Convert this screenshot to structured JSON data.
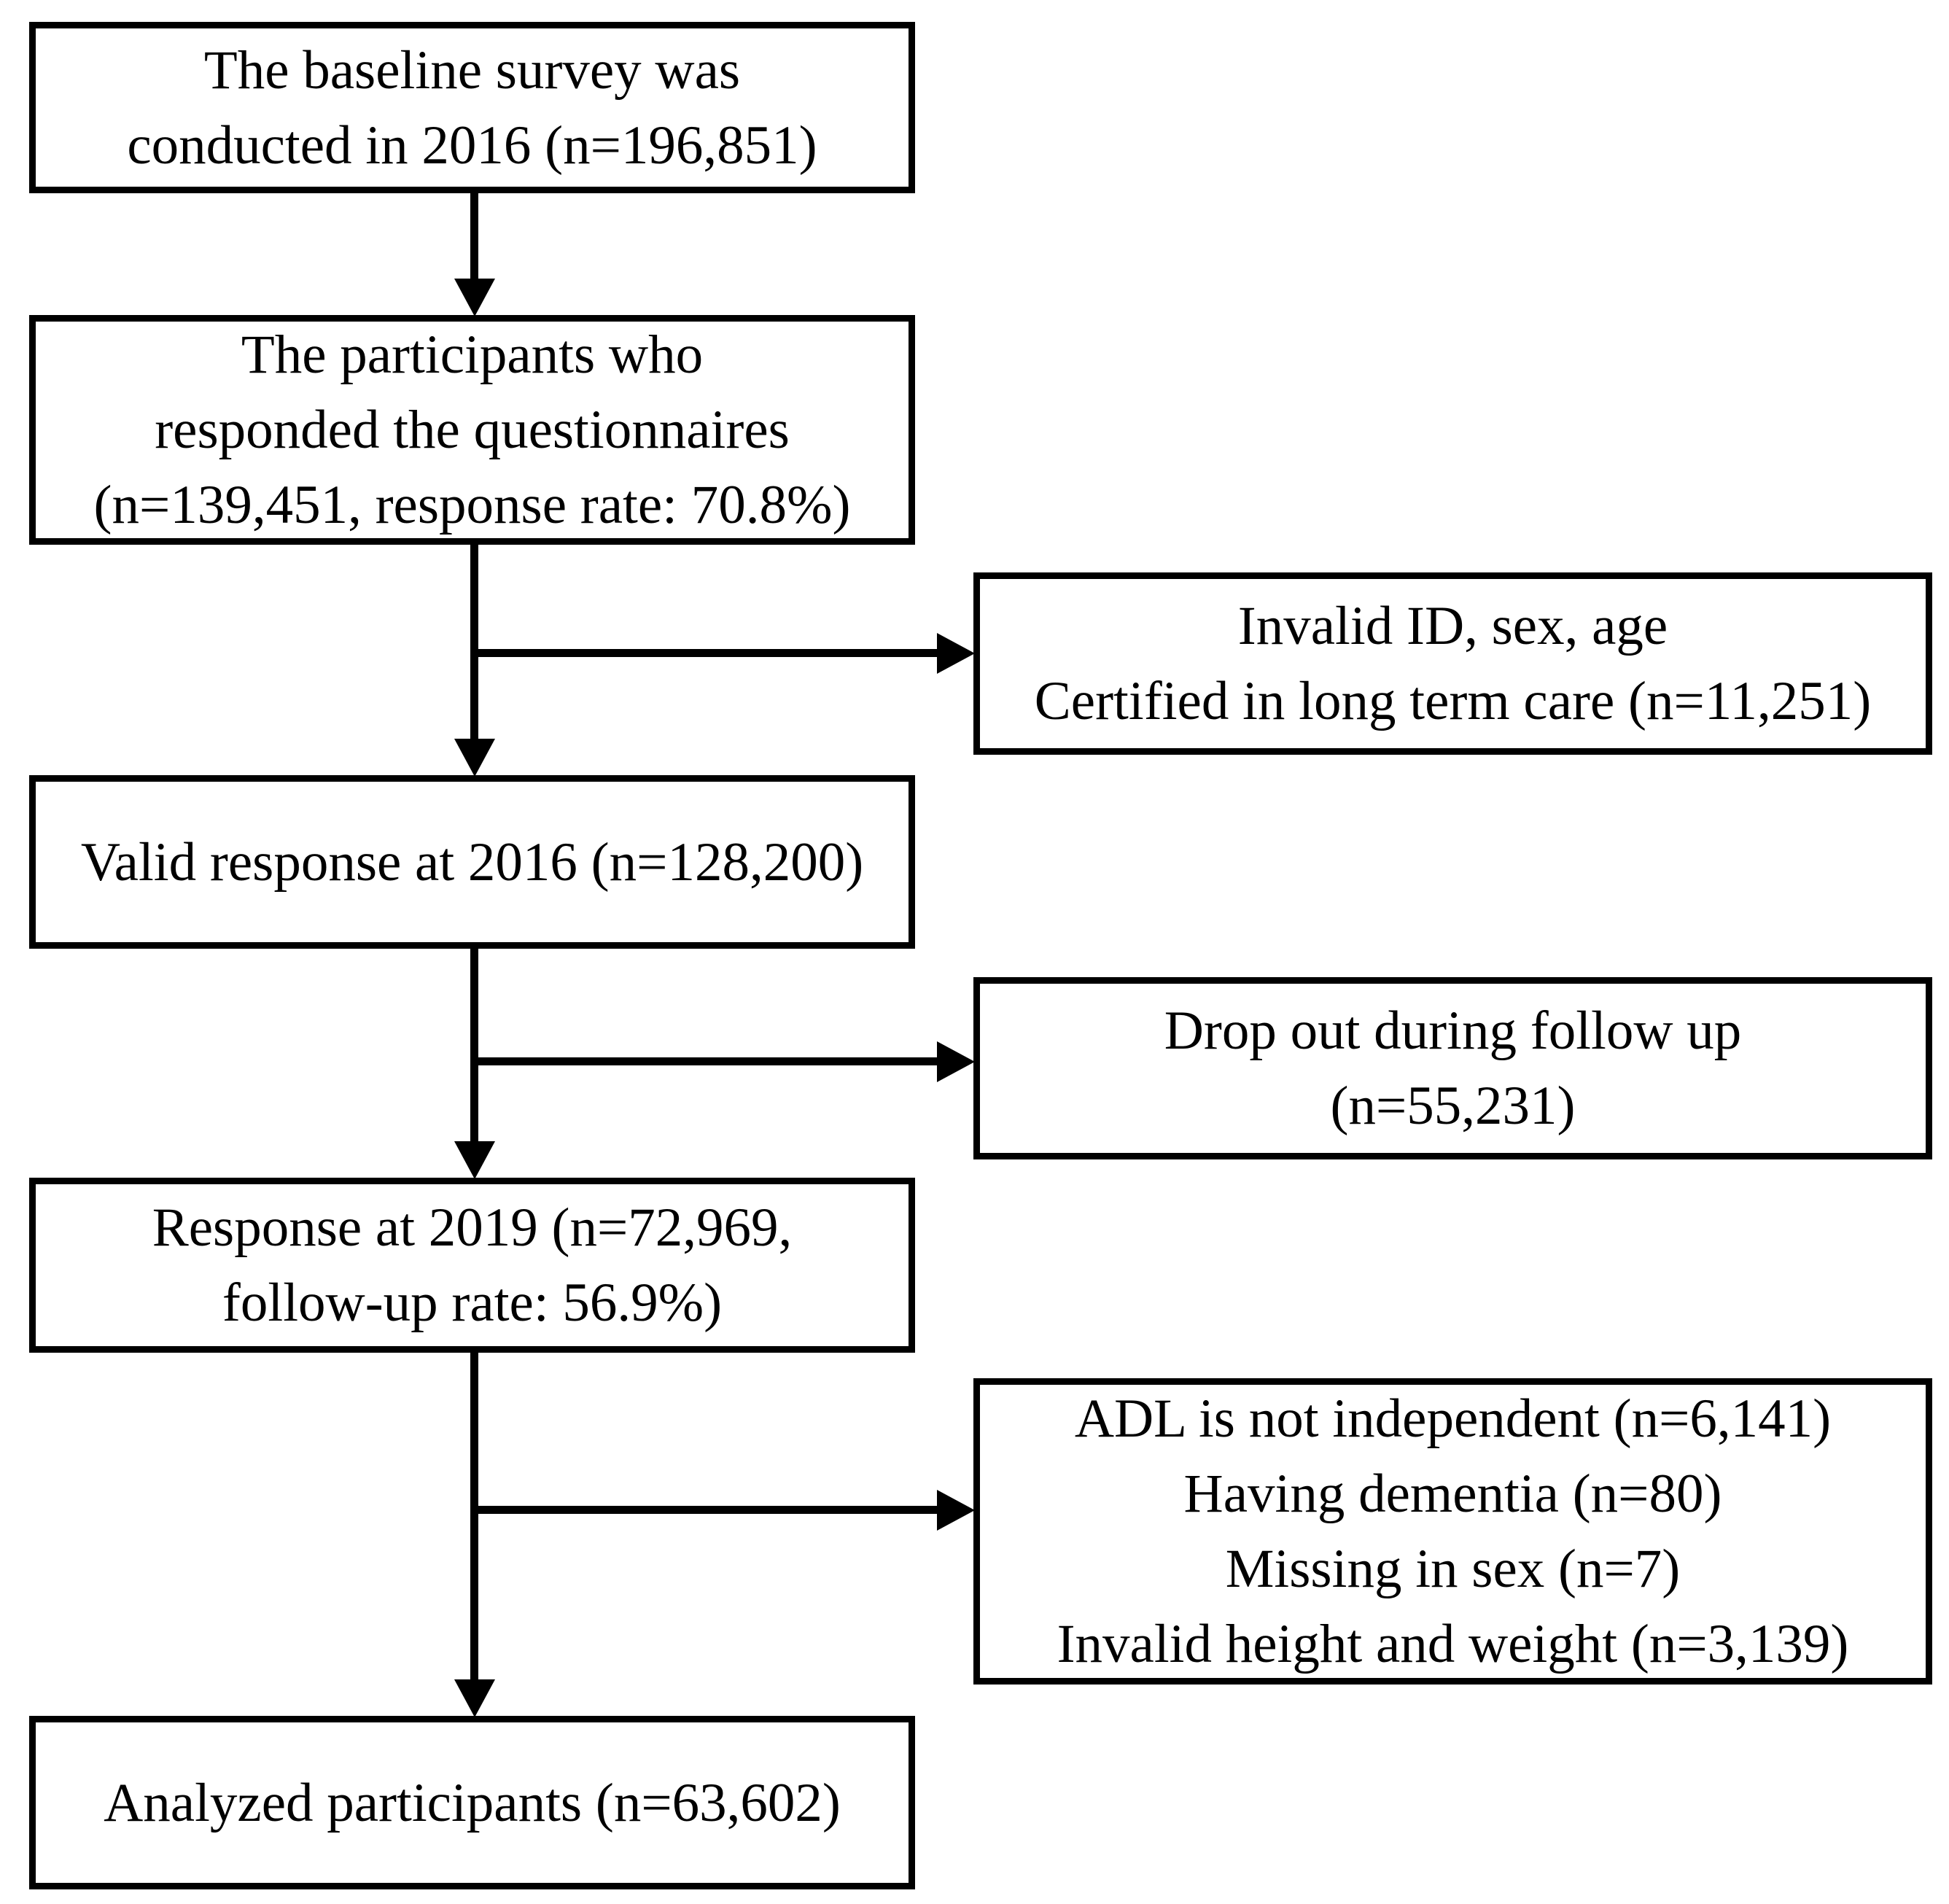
{
  "colors": {
    "background": "#ffffff",
    "box_border": "#000000",
    "text": "#000000",
    "arrow": "#000000"
  },
  "boxes": {
    "baseline": {
      "lines": [
        "The baseline survey was",
        "conducted in 2016 (n=196,851)"
      ]
    },
    "responded": {
      "lines": [
        "The participants who",
        "responded the questionnaires",
        "(n=139,451, response rate: 70.8%)"
      ]
    },
    "excluded_invalid": {
      "lines": [
        "Invalid ID, sex, age",
        "Certified in long term care (n=11,251)"
      ]
    },
    "valid_2016": {
      "lines": [
        "Valid response at 2016 (n=128,200)"
      ]
    },
    "excluded_dropout": {
      "lines": [
        "Drop out during follow up",
        "(n=55,231)"
      ]
    },
    "response_2019": {
      "lines": [
        "Response at 2019 (n=72,969,",
        "follow-up rate: 56.9%)"
      ]
    },
    "excluded_adl": {
      "lines": [
        "ADL is not independent (n=6,141)",
        "Having dementia (n=80)",
        "Missing in sex (n=7)",
        "Invalid height and weight (n=3,139)"
      ]
    },
    "analyzed": {
      "lines": [
        "Analyzed participants (n=63,602)"
      ]
    }
  }
}
